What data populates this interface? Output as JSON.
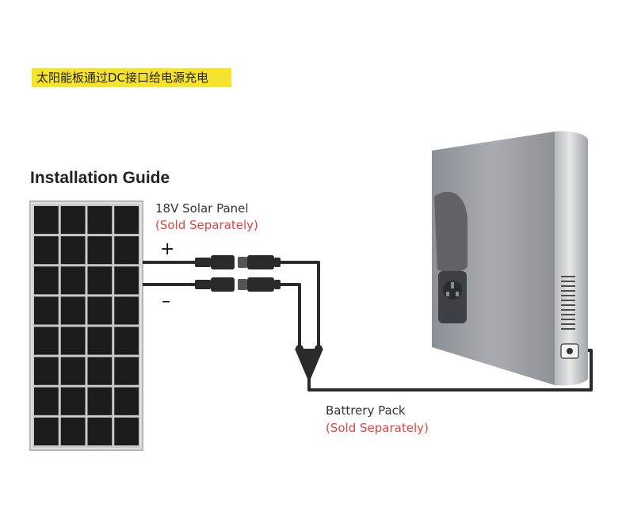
{
  "banner": {
    "text": "太阳能板通过DC接口给电源充电"
  },
  "guide": {
    "title": "Installation Guide"
  },
  "solar_panel": {
    "name": "18V Solar Panel",
    "note": "(Sold Separately)",
    "plus": "+",
    "minus": "–",
    "cell_columns": 4,
    "cell_rows": 8
  },
  "battery_pack": {
    "name": "Battrery Pack",
    "note": "(Sold Separately)"
  },
  "colors": {
    "banner_bg": "#f6e32c",
    "note_red": "#e0433f",
    "cable": "#2b2b2b",
    "panel_cell": "#1b1b1b",
    "panel_frame": "#c8c8c8",
    "device_body": "#9a9ea3"
  },
  "icons": [
    "solar-panel-icon",
    "mc4-connector-icon",
    "y-branch-connector-icon",
    "power-station-icon",
    "ac-outlet-icon",
    "dc-port-icon"
  ]
}
